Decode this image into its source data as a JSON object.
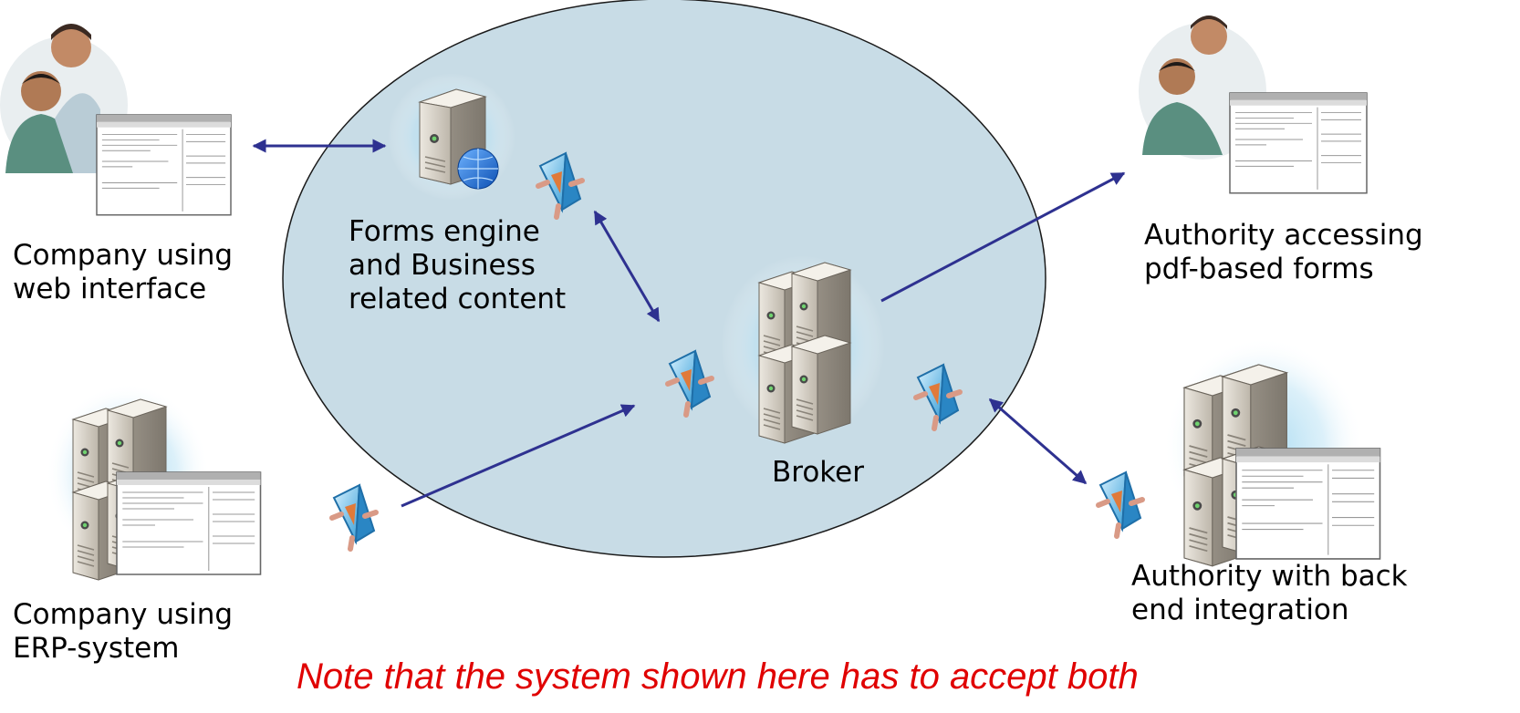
{
  "labels": {
    "company_web": "Company using\nweb interface",
    "forms_engine": "Forms engine\nand Business\nrelated content",
    "broker": "Broker",
    "authority_pdf": "Authority accessing\npdf-based forms",
    "company_erp": "Company using\nERP-system",
    "authority_backend": "Authority with back\nend integration"
  },
  "note": "Note that the system shown here has to accept both",
  "icons": {
    "people_at_computer": "people-at-computer-icon",
    "server": "server-icon",
    "server_cluster": "server-cluster-icon",
    "adapter": "adapter-icon",
    "application_window": "application-window-icon"
  },
  "colors": {
    "ellipse_fill": "#c8dce6",
    "arrow": "#2e3190",
    "note": "#e00000"
  }
}
